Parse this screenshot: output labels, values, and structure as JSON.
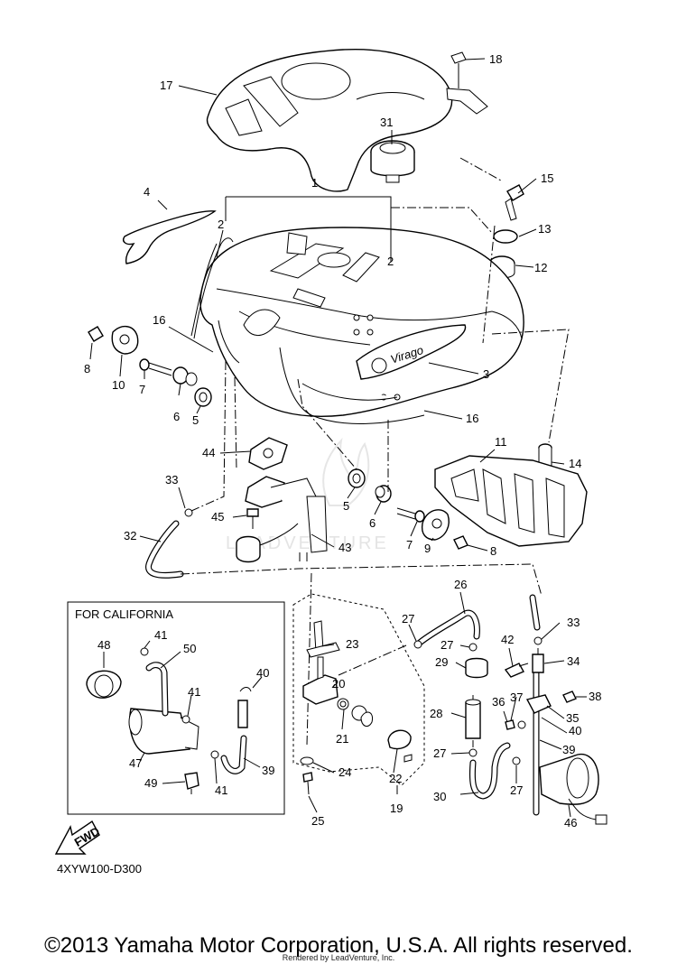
{
  "diagram": {
    "diagram_code": "4XYW100-D300",
    "inset_title": "FOR CALIFORNIA",
    "fwd_label": "FWD",
    "tank_badge": "Virago",
    "watermark": "LEADVENTURE",
    "callouts": {
      "c1": "1",
      "c2a": "2",
      "c2b": "2",
      "c3": "3",
      "c4": "4",
      "c5a": "5",
      "c5b": "5",
      "c6a": "6",
      "c6b": "6",
      "c7a": "7",
      "c7b": "7",
      "c8a": "8",
      "c8b": "8",
      "c9": "9",
      "c10": "10",
      "c11": "11",
      "c12": "12",
      "c13": "13",
      "c14": "14",
      "c15": "15",
      "c16a": "16",
      "c16b": "16",
      "c17": "17",
      "c18": "18",
      "c19": "19",
      "c20": "20",
      "c21": "21",
      "c22": "22",
      "c23": "23",
      "c24": "24",
      "c25": "25",
      "c26": "26",
      "c27a": "27",
      "c27b": "27",
      "c27c": "27",
      "c27d": "27",
      "c28": "28",
      "c29": "29",
      "c30": "30",
      "c31": "31",
      "c32": "32",
      "c33a": "33",
      "c33b": "33",
      "c34": "34",
      "c35": "35",
      "c36": "36",
      "c37": "37",
      "c38": "38",
      "c39a": "39",
      "c39b": "39",
      "c40a": "40",
      "c40b": "40",
      "c41a": "41",
      "c41b": "41",
      "c41c": "41",
      "c42": "42",
      "c43": "43",
      "c44": "44",
      "c45": "45",
      "c46": "46",
      "c47": "47",
      "c48": "48",
      "c49": "49",
      "c50": "50"
    }
  },
  "footer": {
    "copyright": "©2013 Yamaha Motor Corporation, U.S.A. All rights reserved.",
    "rendered_by": "Rendered by LeadVenture, Inc."
  }
}
